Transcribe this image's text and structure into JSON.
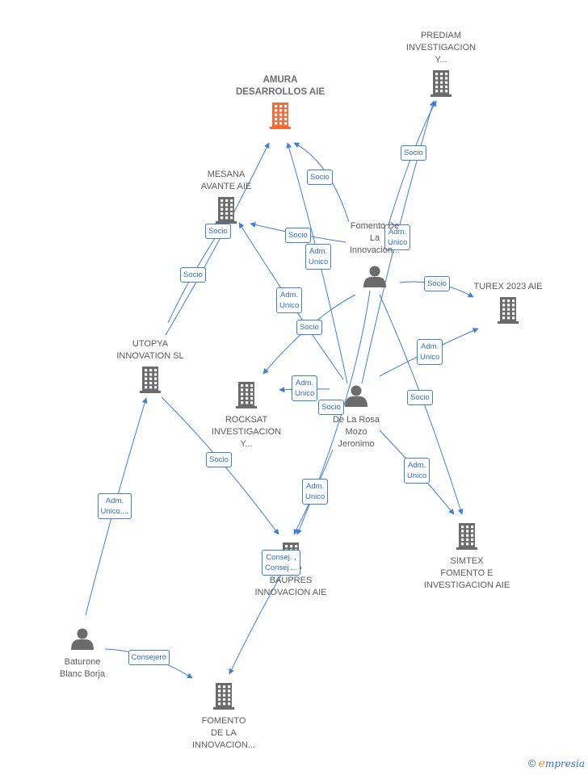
{
  "colors": {
    "edge": "#3f7fd8",
    "company_icon": "#6b6b6b",
    "main_company_icon": "#f26b3a",
    "person_icon": "#6b6b6b"
  },
  "nodes": [
    {
      "id": "amura",
      "type": "company",
      "main": true,
      "label": "AMURA\nDESARROLLOS AIE",
      "icon": "building-icon"
    },
    {
      "id": "prediam",
      "type": "company",
      "label": "PREDIAM\nINVESTIGACION\nY...",
      "icon": "building-icon"
    },
    {
      "id": "mesana",
      "type": "company",
      "label": "MESANA\nAVANTE AIE",
      "icon": "building-icon"
    },
    {
      "id": "fomento_la",
      "type": "person",
      "label": "Fomento De\nLa\nInnovacion...",
      "icon": "person-icon"
    },
    {
      "id": "turex",
      "type": "company",
      "label": "TUREX 2023 AIE",
      "icon": "building-icon"
    },
    {
      "id": "utopya",
      "type": "company",
      "label": "UTOPYA\nINNOVATION  SL",
      "icon": "building-icon"
    },
    {
      "id": "rocksat",
      "type": "company",
      "label": "ROCKSAT\nINVESTIGACION\nY...",
      "icon": "building-icon"
    },
    {
      "id": "delarosa",
      "type": "person",
      "label": "De La Rosa\nMozo\nJeronimo",
      "icon": "person-icon"
    },
    {
      "id": "simtex",
      "type": "company",
      "label": "SIMTEX\nFOMENTO E\nINVESTIGACION AIE",
      "icon": "building-icon"
    },
    {
      "id": "baupres",
      "type": "company",
      "label": "BAUPRES\nINNOVACION AIE",
      "icon": "building-icon"
    },
    {
      "id": "baturone",
      "type": "person",
      "label": "Baturone\nBlanc Borja",
      "icon": "person-icon"
    },
    {
      "id": "fomento_inno",
      "type": "company",
      "label": "FOMENTO\nDE LA\nINNOVACION...",
      "icon": "building-icon"
    }
  ],
  "edges": [
    {
      "from": "fomento_la",
      "to": "amura",
      "label": "Socio"
    },
    {
      "from": "fomento_la",
      "to": "prediam",
      "label": "Socio"
    },
    {
      "from": "fomento_la",
      "to": "mesana",
      "label": "Socio"
    },
    {
      "from": "fomento_la",
      "to": "turex",
      "label": "Socio"
    },
    {
      "from": "fomento_la",
      "to": "rocksat",
      "label": "Socio"
    },
    {
      "from": "fomento_la",
      "to": "simtex",
      "label": "Socio"
    },
    {
      "from": "fomento_la",
      "to": "baupres",
      "label": "Socio"
    },
    {
      "from": "utopya",
      "to": "amura",
      "label": "Socio"
    },
    {
      "from": "utopya",
      "to": "mesana",
      "label": "Socio"
    },
    {
      "from": "utopya",
      "to": "baupres",
      "label": "Socio"
    },
    {
      "from": "delarosa",
      "to": "amura",
      "label": "Adm.\nUnico"
    },
    {
      "from": "delarosa",
      "to": "prediam",
      "label": "Adm.\nUnico"
    },
    {
      "from": "delarosa",
      "to": "mesana",
      "label": "Adm.\nUnico"
    },
    {
      "from": "delarosa",
      "to": "turex",
      "label": "Adm.\nUnico"
    },
    {
      "from": "delarosa",
      "to": "rocksat",
      "label": "Adm.\nUnico"
    },
    {
      "from": "delarosa",
      "to": "simtex",
      "label": "Adm.\nUnico"
    },
    {
      "from": "delarosa",
      "to": "baupres",
      "label": "Adm.\nUnico"
    },
    {
      "from": "baturone",
      "to": "utopya",
      "label": "Adm.\nUnico,..."
    },
    {
      "from": "baturone",
      "to": "fomento_inno",
      "label": "Consejero"
    },
    {
      "from": "baupres",
      "to": "fomento_inno",
      "label": "Consej. ,\nConsej...."
    }
  ],
  "footer": {
    "copyright": "©",
    "brand_first": "e",
    "brand_rest": "mpresia"
  }
}
